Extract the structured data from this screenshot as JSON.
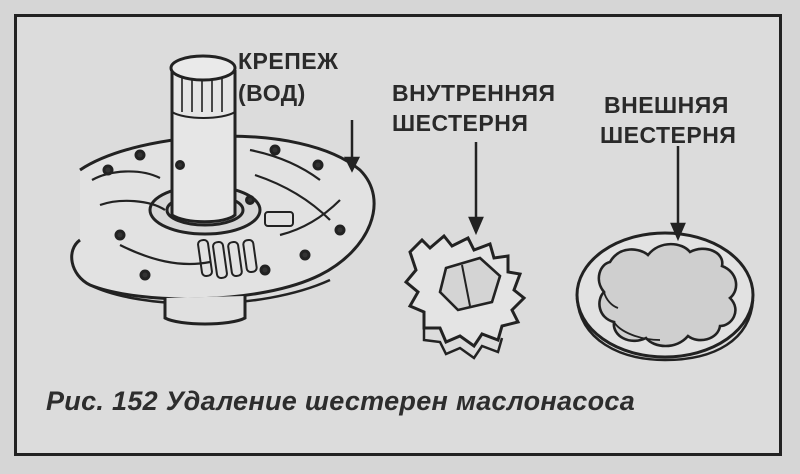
{
  "labels": {
    "fastener_line1": "КРЕПЕЖ",
    "fastener_line2": "(ВОД)",
    "inner_line1": "ВНУТРЕННЯЯ",
    "inner_line2": "ШЕСТЕРНЯ",
    "outer_line1": "ВНЕШНЯЯ",
    "outer_line2": "ШЕСТЕРНЯ"
  },
  "caption": "Рис. 152 Удаление шестерен маслонасоса"
}
